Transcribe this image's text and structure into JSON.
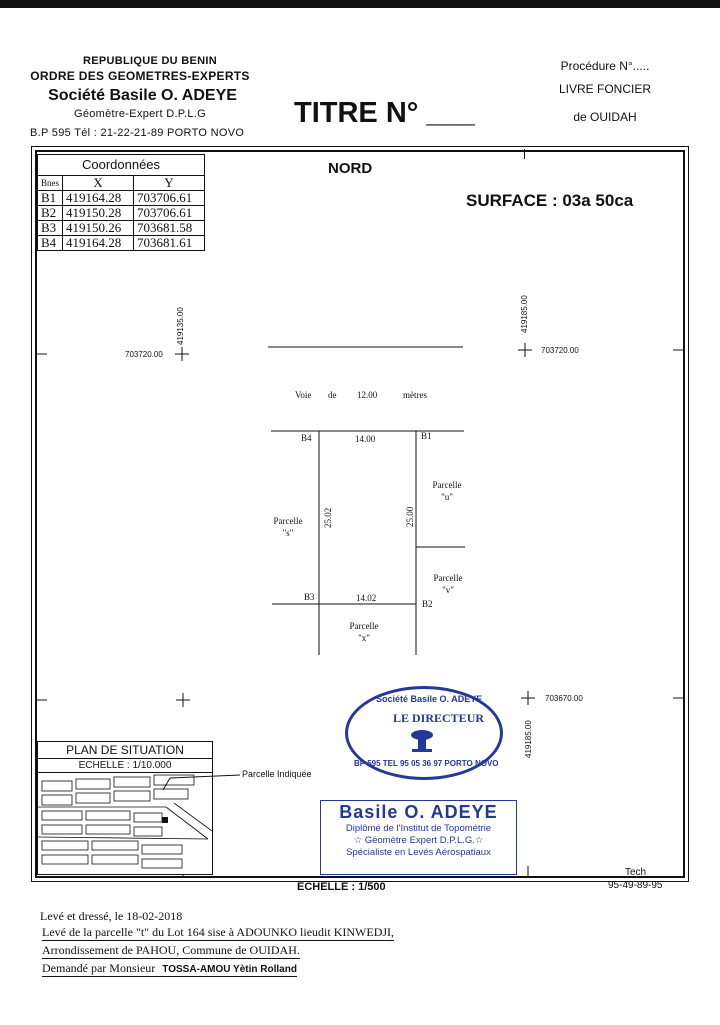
{
  "header_left": {
    "line1": "REPUBLIQUE DU BENIN",
    "line2": "ORDRE DES GEOMETRES-EXPERTS",
    "line3": "Société Basile O. ADEYE",
    "line4": "Géomètre-Expert D.P.L.G",
    "line5": "B.P 595   Tél : 21-22-21-89 PORTO NOVO"
  },
  "title": "TITRE N° ___",
  "header_right": {
    "line1": "Procédure N°.....",
    "line2": "LIVRE FONCIER",
    "line3": "de OUIDAH"
  },
  "coordinates": {
    "caption": "Coordonnées",
    "headers": [
      "Bnes",
      "X",
      "Y"
    ],
    "rows": [
      [
        "B1",
        "419164.28",
        "703706.61"
      ],
      [
        "B2",
        "419150.28",
        "703706.61"
      ],
      [
        "B3",
        "419150.26",
        "703681.58"
      ],
      [
        "B4",
        "419164.28",
        "703681.61"
      ]
    ]
  },
  "map": {
    "north": "NORD",
    "surface": "SURFACE  :  03a  50ca",
    "tick_x_left": "419135.00",
    "tick_x_right_top": "419185.00",
    "tick_x_right_bottom": "419185.00",
    "tick_y_top_left": "703720.00",
    "tick_y_top_right": "703720.00",
    "tick_y_bottom_right": "703670.00",
    "road_voie": "Voie",
    "road_de": "de",
    "road_width": "12.00",
    "road_unit": "mètres",
    "b1": "B1",
    "b2": "B2",
    "b3": "B3",
    "b4": "B4",
    "dim_top": "14.00",
    "dim_bottom": "14.02",
    "dim_left": "25.02",
    "dim_right": "25.00",
    "parcel_s": "Parcelle",
    "parcel_s_id": "\"s\"",
    "parcel_u": "Parcelle",
    "parcel_u_id": "\"u\"",
    "parcel_v": "Parcelle",
    "parcel_v_id": "\"v\"",
    "parcel_x": "Parcelle",
    "parcel_x_id": "\"x\""
  },
  "situation": {
    "title": "PLAN DE SITUATION",
    "scale": "ECHELLE : 1/10.000",
    "pointer": "Parcelle Indiquée"
  },
  "stamps": {
    "round_top": "Société Basile O. ADEYE",
    "round_center": "LE DIRECTEUR",
    "round_bottom": "BP 595 TEL 95 05 36 97 PORTO NOVO",
    "rect_line1": "Basile O. ADEYE",
    "rect_line2": "Diplômé de l'Institut de Topométrie",
    "rect_line3": "☆ Géomètre Expert D.P.L.G.☆",
    "rect_line4": "Spécialiste en Levés Aérospatiaux"
  },
  "scale_main": "ECHELLE  :  1/500",
  "tech_label": "Tech",
  "tech_number": "95-49-89-95",
  "footer": {
    "line1": "Levé et dressé, le 18-02-2018",
    "line2": "Levé de la parcelle \"t\" du Lot 164 sise  à ADOUNKO lieudit KINWEDJI,",
    "line3": "Arrondissement de PAHOU, Commune de OUIDAH.",
    "line4_label": "Demandé par Monsieur",
    "line4_name": "TOSSA-AMOU Yètin Rolland"
  }
}
